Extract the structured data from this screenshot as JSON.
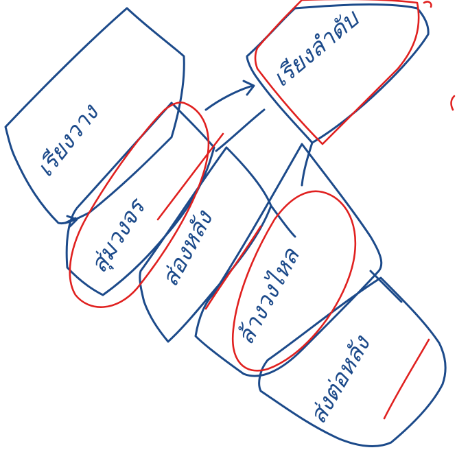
{
  "colors": {
    "ink_blue": "#1c4a8a",
    "ink_red": "#e0201f",
    "background": "#ffffff"
  },
  "boxes": [
    {
      "id": "box-1",
      "text": "เรียงวาง"
    },
    {
      "id": "box-2",
      "text": "สุ่มวงจร"
    },
    {
      "id": "box-3",
      "text": "ส่องหลัง"
    },
    {
      "id": "box-4",
      "text": "เรียงลำดับ"
    },
    {
      "id": "box-5",
      "text": "ล้างวงไหล"
    },
    {
      "id": "box-6",
      "text": "ส่งต่อหลัง"
    }
  ]
}
